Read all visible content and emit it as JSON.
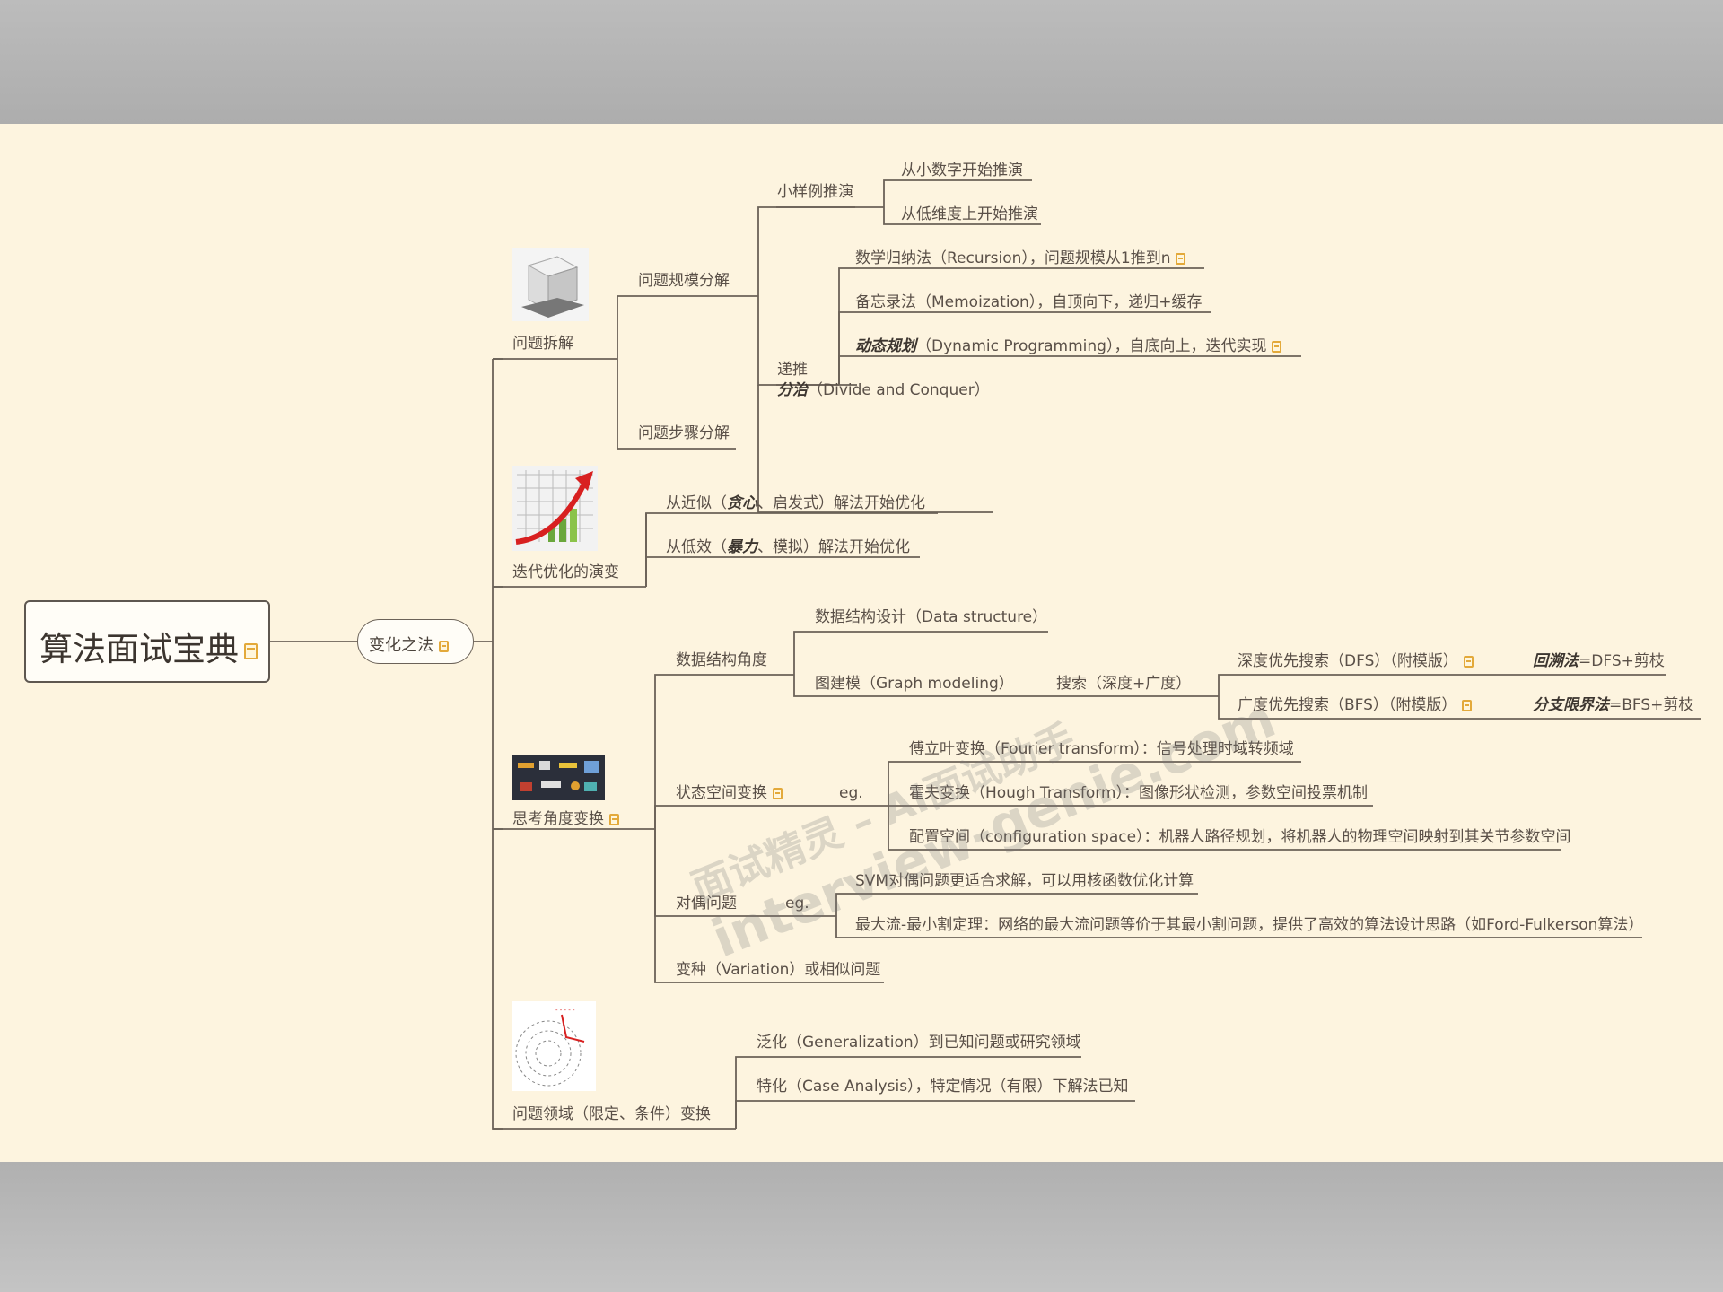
{
  "root": {
    "title": "算法面试宝典"
  },
  "hub": {
    "label": "变化之法"
  },
  "branches": {
    "decompose": {
      "label": "问题拆解",
      "scale": {
        "label": "问题规模分解",
        "small_case": {
          "label": "小样例推演",
          "items": [
            "从小数字开始推演",
            "从低维度上开始推演"
          ]
        },
        "recursion": {
          "label": "递推",
          "induction": "数学归纳法（Recursion），问题规模从1推到n",
          "memo": "备忘录法（Memoization），自顶向下，递归+缓存",
          "dp_bold": "动态规划",
          "dp_rest": "（Dynamic Programming），自底向上，迭代实现"
        },
        "divide_bold": "分治",
        "divide_rest": "（Divide and Conquer）"
      },
      "steps": "问题步骤分解"
    },
    "iterative": {
      "label": "迭代优化的演变",
      "approx_a": "从近似（",
      "approx_bold": "贪心",
      "approx_b": "、启发式）解法开始优化",
      "naive_a": "从低效（",
      "naive_bold": "暴力",
      "naive_b": "、模拟）解法开始优化"
    },
    "perspective": {
      "label": "思考角度变换",
      "ds": {
        "label": "数据结构角度",
        "design": "数据结构设计（Data structure）",
        "graph": "图建模（Graph modeling）",
        "search": "搜索（深度+广度）",
        "dfs": "深度优先搜索（DFS）（附模版）",
        "dfs_tag_bold": "回溯法",
        "dfs_tag_rest": "=DFS+剪枝",
        "bfs": "广度优先搜索（BFS）（附模版）",
        "bfs_tag_bold": "分支限界法",
        "bfs_tag_rest": "=BFS+剪枝"
      },
      "state": {
        "label": "状态空间变换",
        "eg": "eg.",
        "items": [
          "傅立叶变换（Fourier transform）：信号处理时域转频域",
          "霍夫变换（Hough Transform）：图像形状检测，参数空间投票机制",
          "配置空间（configuration space）：机器人路径规划，将机器人的物理空间映射到其关节参数空间"
        ]
      },
      "dual": {
        "label": "对偶问题",
        "eg": "eg.",
        "items": [
          "SVM对偶问题更适合求解，可以用核函数优化计算",
          "最大流-最小割定理：网络的最大流问题等价于其最小割问题，提供了高效的算法设计思路（如Ford-Fulkerson算法）"
        ]
      },
      "variation": "变种（Variation）或相似问题"
    },
    "domain": {
      "label": "问题领域（限定、条件）变换",
      "items": [
        "泛化（Generalization）到已知问题或研究领域",
        "特化（Case Analysis），特定情况（有限）下解法已知"
      ]
    }
  },
  "watermark": {
    "line1": "面试精灵 – AI面试助手",
    "line2": "interview-genie.com"
  },
  "colors": {
    "canvas": "#fdf4df",
    "line": "#6b6258",
    "note": "#e3a93a",
    "text": "#5a5048"
  }
}
